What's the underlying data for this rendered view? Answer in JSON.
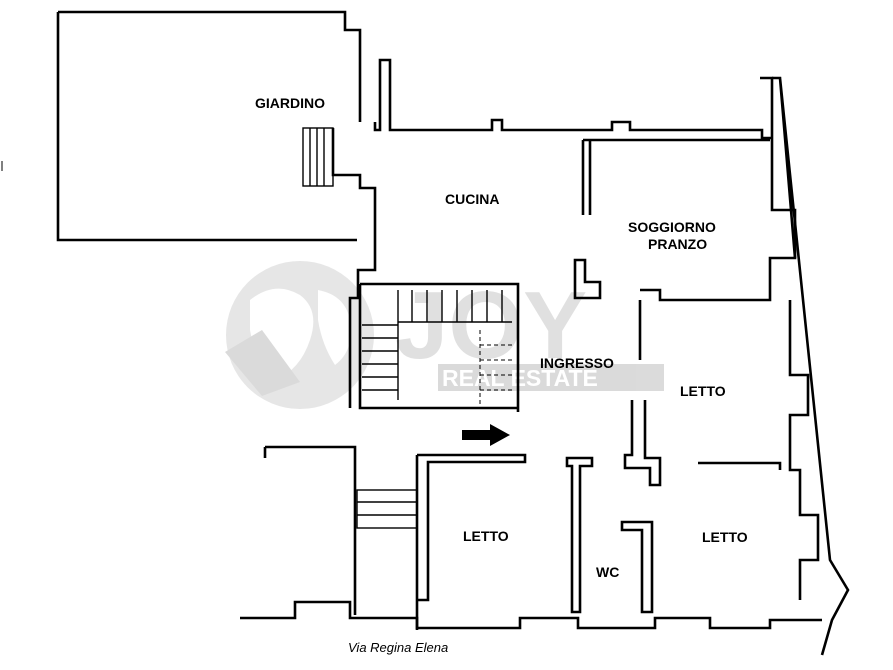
{
  "rooms": {
    "giardino": "GIARDINO",
    "cucina": "CUCINA",
    "soggiorno_line1": "SOGGIORNO",
    "soggiorno_line2": "PRANZO",
    "ingresso": "INGRESSO",
    "letto_right": "LETTO",
    "letto_left": "LETTO",
    "letto_bottom_right": "LETTO",
    "wc": "WC"
  },
  "street": "Via Regina Elena",
  "watermark": {
    "brand": "JOY",
    "sub": "REAL ESTATE",
    "icon": "globe-icon"
  },
  "entrance_marker": "arrow-right-icon"
}
